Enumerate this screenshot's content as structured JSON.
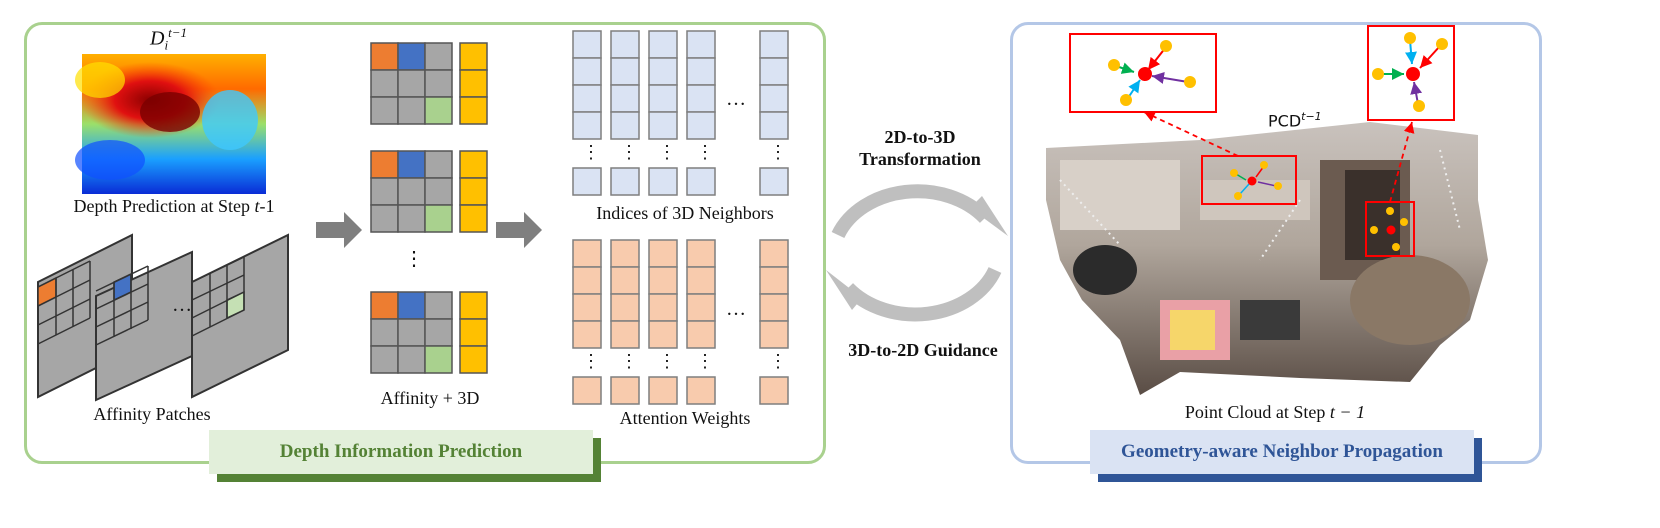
{
  "left_panel": {
    "title": "Depth Information Prediction",
    "depth_map": {
      "symbol": "D",
      "subscript": "i",
      "superscript": "t−1",
      "caption_prefix": "Depth Prediction at Step ",
      "caption_var": "t",
      "caption_suffix": "-1"
    },
    "affinity_patches": {
      "caption": "Affinity Patches",
      "ellipsis": "…"
    },
    "affinity_3d": {
      "caption": "Affinity + 3D",
      "ellipsis": "⋮"
    },
    "indices": {
      "caption": "Indices of 3D Neighbors",
      "ellipsis": "…",
      "vdots": "⋮"
    },
    "attention": {
      "caption": "Attention Weights",
      "ellipsis": "…",
      "vdots": "⋮"
    }
  },
  "middle": {
    "transform_line1": "2D-to-3D",
    "transform_line2": "Transformation",
    "guidance": "3D-to-2D Guidance"
  },
  "right_panel": {
    "title": "Geometry-aware Neighbor Propagation",
    "pcd_base": "PCD",
    "pcd_sup": "t−1",
    "caption_prefix": "Point Cloud at Step ",
    "caption_math": "t − 1"
  },
  "colors": {
    "left_border": "#a9d18e",
    "right_border": "#b4c7e7",
    "left_banner_bg": "#e2efda",
    "left_banner_shadow": "#548235",
    "left_banner_text": "#548235",
    "right_banner_bg": "#dae3f3",
    "right_banner_shadow": "#2f5597",
    "right_banner_text": "#2f5597",
    "orange_cell": "#ed7d31",
    "blue_cell": "#4472c4",
    "green_cell": "#a9d18e",
    "gray_cell": "#a6a6a6",
    "gold": "#ffc000",
    "index_fill": "#dae3f3",
    "weight_fill": "#f8cbad",
    "highlight_red": "#ff0000"
  }
}
